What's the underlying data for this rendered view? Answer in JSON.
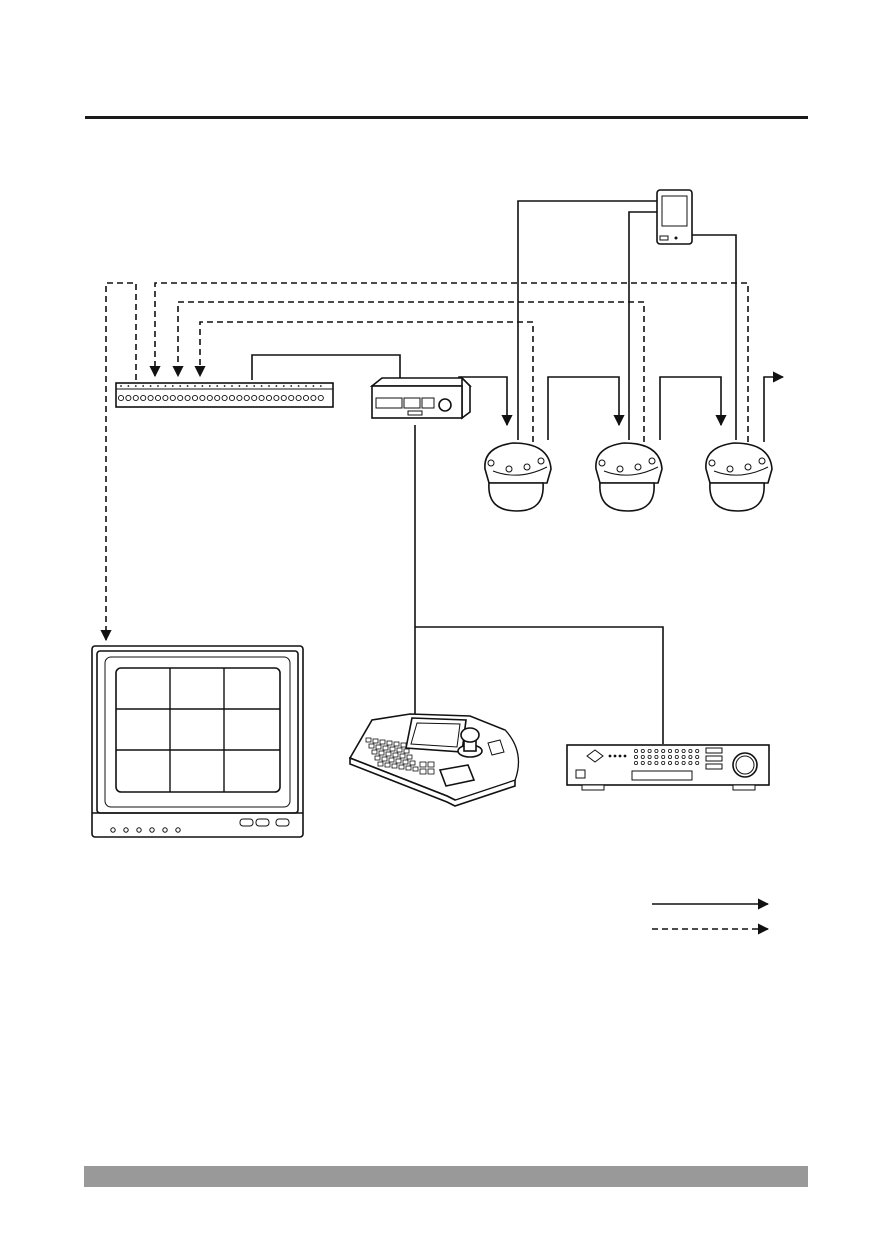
{
  "page": {
    "header_rule_color": "#1a1a1a",
    "footer_bar_color": "#999999"
  },
  "diagram": {
    "devices": [
      {
        "id": "power-supply",
        "icon": "power-supply-icon"
      },
      {
        "id": "video-distributor",
        "icon": "distributor-icon"
      },
      {
        "id": "code-distributor",
        "icon": "code-distributor-icon"
      },
      {
        "id": "dome-camera-1",
        "icon": "dome-camera-icon"
      },
      {
        "id": "dome-camera-2",
        "icon": "dome-camera-icon"
      },
      {
        "id": "dome-camera-3",
        "icon": "dome-camera-icon"
      },
      {
        "id": "monitor",
        "icon": "monitor-icon"
      },
      {
        "id": "keyboard-controller",
        "icon": "joystick-keyboard-icon"
      },
      {
        "id": "dvr",
        "icon": "dvr-icon"
      }
    ],
    "legend": {
      "solid_line": "solid-arrow-icon",
      "dashed_line": "dashed-arrow-icon"
    }
  }
}
